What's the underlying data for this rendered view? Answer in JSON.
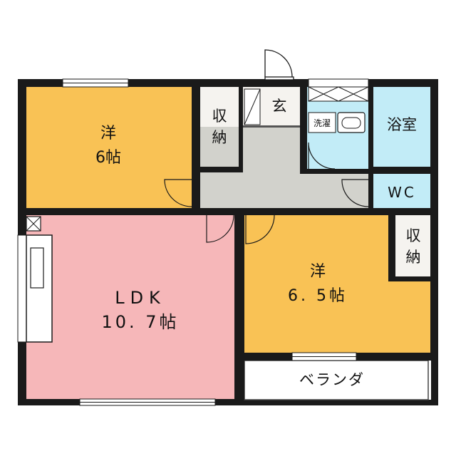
{
  "rooms": {
    "western1": {
      "name": "洋",
      "size": "6帖"
    },
    "storage1": {
      "line1": "収",
      "line2": "納"
    },
    "genkan": {
      "name": "玄"
    },
    "washer": {
      "name": "洗濯"
    },
    "bath": {
      "name": "浴室"
    },
    "wc": {
      "name": "WC"
    },
    "ldk": {
      "name": "LDK",
      "size": "10. 7帖"
    },
    "western2": {
      "name": "洋",
      "size": "6. 5帖"
    },
    "storage2": {
      "line1": "収",
      "line2": "納"
    },
    "veranda": {
      "name": "ベランダ"
    }
  },
  "colors": {
    "western": "#f9c255",
    "ldk": "#f6b7b9",
    "storage": "#f5f3ef",
    "hall": "#d2d2cc",
    "water": "#c2ecf7",
    "wall": "#1a1a1a"
  }
}
